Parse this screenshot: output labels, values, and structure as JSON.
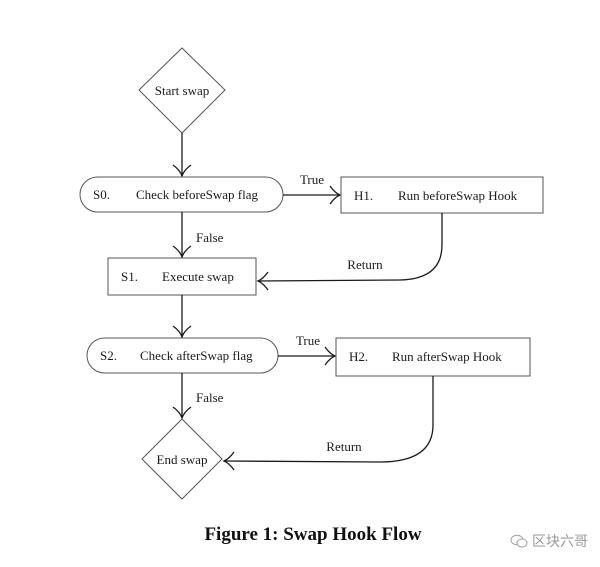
{
  "diagram": {
    "nodes": {
      "start": {
        "label": "Start swap"
      },
      "s0": {
        "id": "S0.",
        "label": "Check beforeSwap flag"
      },
      "h1": {
        "id": "H1.",
        "label": "Run beforeSwap Hook"
      },
      "s1": {
        "id": "S1.",
        "label": "Execute swap"
      },
      "s2": {
        "id": "S2.",
        "label": "Check afterSwap flag"
      },
      "h2": {
        "id": "H2.",
        "label": "Run afterSwap Hook"
      },
      "end": {
        "label": "End swap"
      }
    },
    "edges": {
      "s0_h1": "True",
      "s0_s1": "False",
      "h1_s1": "Return",
      "s2_h2": "True",
      "s2_end": "False",
      "h2_end": "Return"
    }
  },
  "caption": "Figure 1: Swap Hook Flow",
  "watermark": {
    "icon": "wechat-icon",
    "text": "区块六哥"
  }
}
